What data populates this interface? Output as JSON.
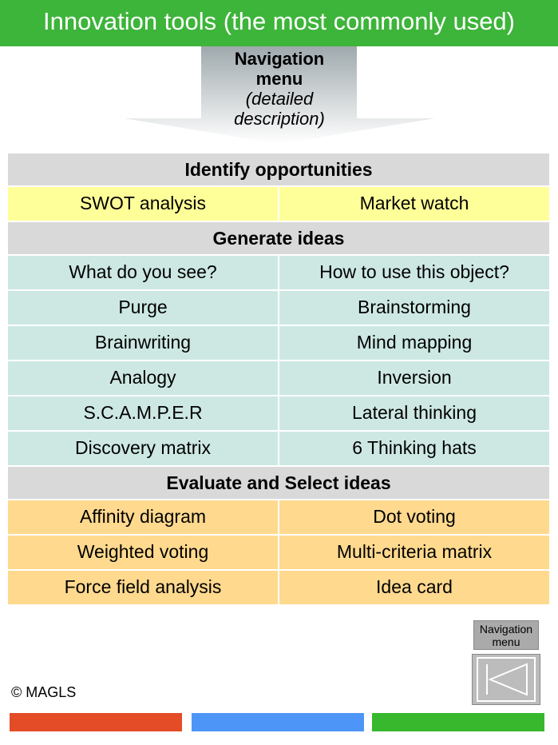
{
  "header": {
    "title": "Innovation tools (the most commonly used)"
  },
  "nav_arrow": {
    "line1": "Navigation",
    "line2": "menu",
    "line3": "(detailed",
    "line4": "description)"
  },
  "sections": {
    "identify": {
      "title": "Identify opportunities",
      "rows": [
        [
          "SWOT analysis",
          "Market watch"
        ]
      ]
    },
    "generate": {
      "title": "Generate ideas",
      "rows": [
        [
          "What do you see?",
          "How to use this object?"
        ],
        [
          "Purge",
          "Brainstorming"
        ],
        [
          "Brainwriting",
          "Mind mapping"
        ],
        [
          "Analogy",
          "Inversion"
        ],
        [
          "S.C.A.M.P.E.R",
          "Lateral thinking"
        ],
        [
          "Discovery matrix",
          "6 Thinking hats"
        ]
      ]
    },
    "evaluate": {
      "title": "Evaluate and Select ideas",
      "rows": [
        [
          "Affinity diagram",
          "Dot voting"
        ],
        [
          "Weighted voting",
          "Multi-criteria matrix"
        ],
        [
          "Force field analysis",
          "Idea card"
        ]
      ]
    }
  },
  "nav_small": {
    "line1": "Navigation",
    "line2": "menu"
  },
  "back_button": {
    "icon": "skip-back-icon"
  },
  "footer": {
    "copyright": "© MAGLS"
  },
  "colors": {
    "header_green": "#3db43a",
    "section_gray": "#d9d9d9",
    "identify_yellow": "#ffff99",
    "generate_teal": "#cde8e3",
    "evaluate_orange": "#ffd98e",
    "bar_red": "#e34c26",
    "bar_blue": "#4d96f7",
    "bar_green": "#37b82d"
  }
}
